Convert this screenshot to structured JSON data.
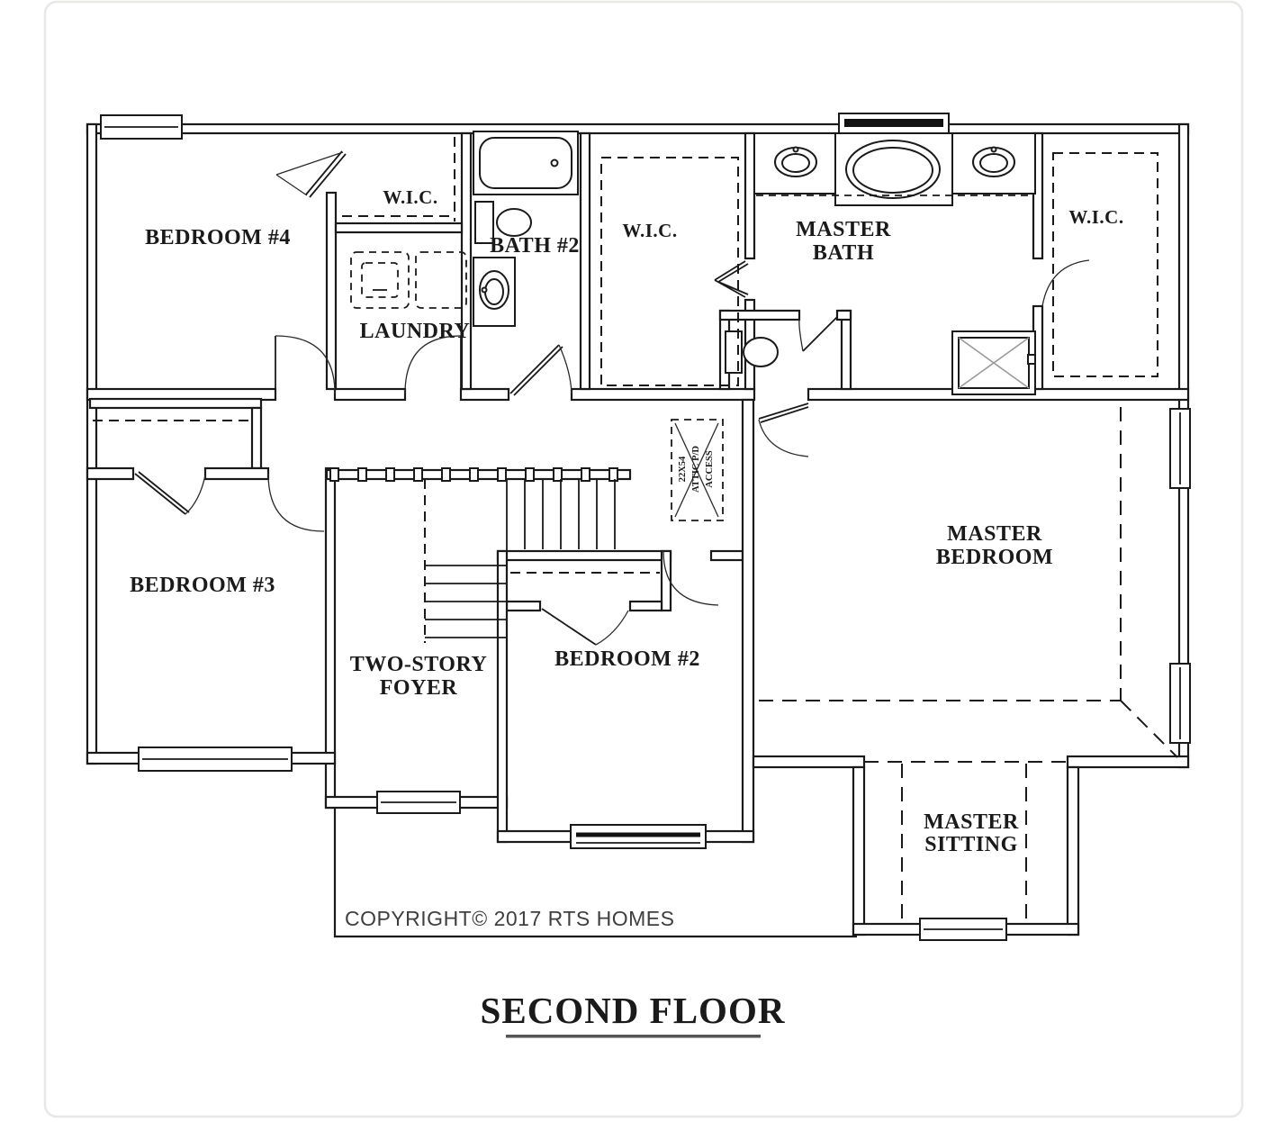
{
  "title": {
    "text": "SECOND FLOOR"
  },
  "copyright": {
    "text": "COPYRIGHT© 2017 RTS HOMES"
  },
  "rooms": {
    "bedroom4": {
      "label": "BEDROOM #4"
    },
    "bedroom4_wic": {
      "label": "W.I.C."
    },
    "laundry": {
      "label": "LAUNDRY"
    },
    "bath2": {
      "label": "BATH #2"
    },
    "master_wic_left": {
      "label": "W.I.C."
    },
    "master_bath": {
      "line1": "MASTER",
      "line2": "BATH"
    },
    "master_wic_right": {
      "label": "W.I.C."
    },
    "bedroom3": {
      "label": "BEDROOM #3"
    },
    "foyer": {
      "line1": "TWO-STORY",
      "line2": "FOYER"
    },
    "bedroom2": {
      "label": "BEDROOM #2"
    },
    "master_bedroom": {
      "line1": "MASTER",
      "line2": "BEDROOM"
    },
    "master_sitting": {
      "line1": "MASTER",
      "line2": "SITTING"
    }
  },
  "annotations": {
    "attic_access": {
      "line1": "22X54",
      "line2": "ATTIC P/D",
      "line3": "ACCESS"
    }
  },
  "colors": {
    "wall_line": "#1a1a1a",
    "label_text": "#1a1a1a",
    "copyright_text": "#3f3f3f",
    "page_border": "#e8e8e6",
    "shower_x": "#9a9a9a",
    "title_underline": "#555555"
  }
}
